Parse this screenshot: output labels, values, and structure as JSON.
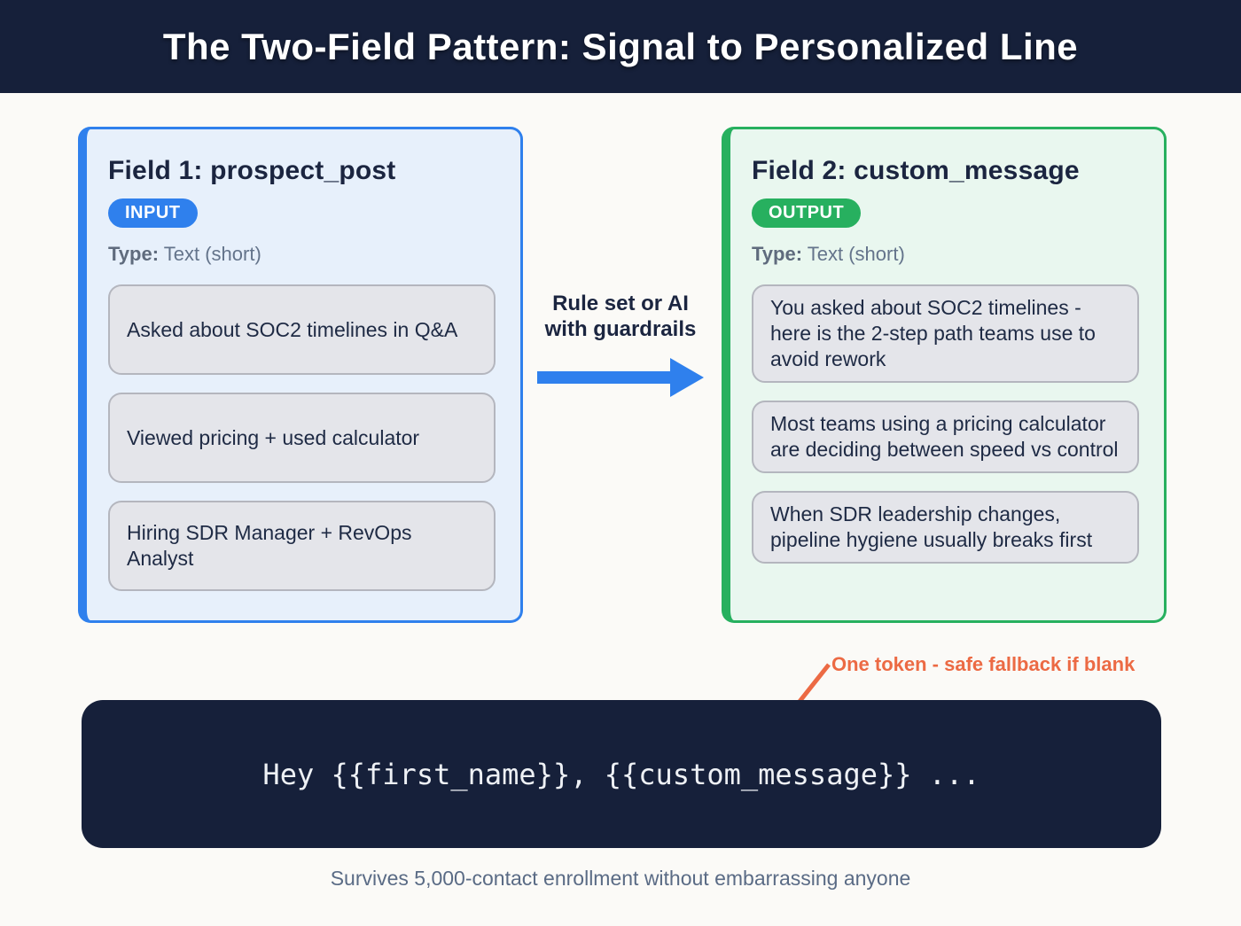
{
  "header": {
    "title": "The Two-Field Pattern: Signal to Personalized Line"
  },
  "fields": {
    "input_card": {
      "title": "Field 1: prospect_post",
      "badge": "INPUT",
      "type_label": "Type:",
      "type_value": "Text (short)",
      "examples": [
        "Asked about SOC2 timelines in Q&A",
        "Viewed pricing + used calculator",
        "Hiring SDR Manager + RevOps Analyst"
      ]
    },
    "output_card": {
      "title": "Field 2: custom_message",
      "badge": "OUTPUT",
      "type_label": "Type:",
      "type_value": "Text (short)",
      "examples": [
        "You asked about SOC2 timelines - here is the 2-step path teams use to avoid rework",
        "Most teams using a pricing calculator are deciding between speed vs control",
        "When SDR leadership changes, pipeline hygiene usually breaks first"
      ]
    }
  },
  "transform": {
    "label_line1": "Rule set or AI",
    "label_line2": "with guardrails",
    "arrow_icon": "arrow-right-icon"
  },
  "annotation": {
    "text": "One token - safe fallback if blank",
    "arrow_icon": "arrow-down-left-icon"
  },
  "template_bar": {
    "code": "Hey {{first_name}}, {{custom_message}} ..."
  },
  "footer": {
    "caption": "Survives 5,000-contact enrollment without embarrassing anyone"
  },
  "colors": {
    "navy": "#16203a",
    "blue": "#2f80ed",
    "green": "#27b05f",
    "orange": "#ec6a44",
    "card_blue_bg": "#e7f0fb",
    "card_green_bg": "#e9f7ef",
    "item_bg": "#e4e5ea",
    "page_bg": "#fbfaf7"
  }
}
